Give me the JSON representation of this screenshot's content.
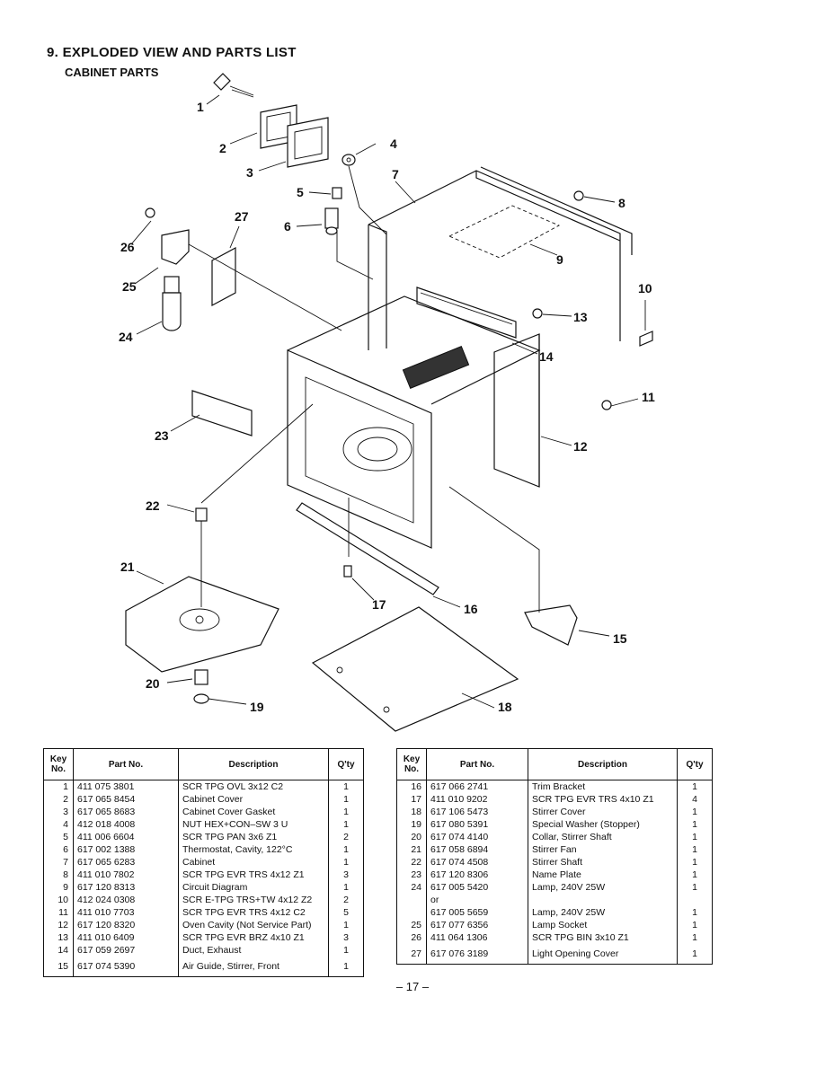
{
  "header": {
    "title": "9. EXPLODED VIEW AND PARTS LIST",
    "subtitle": "CABINET PARTS"
  },
  "diagram": {
    "callouts": [
      "1",
      "2",
      "3",
      "4",
      "5",
      "6",
      "7",
      "8",
      "9",
      "10",
      "11",
      "12",
      "13",
      "14",
      "15",
      "16",
      "17",
      "18",
      "19",
      "20",
      "21",
      "22",
      "23",
      "24",
      "25",
      "26",
      "27"
    ]
  },
  "table_headers": {
    "key_no": "Key No.",
    "part_no": "Part No.",
    "description": "Description",
    "qty": "Q'ty"
  },
  "parts_left": [
    {
      "key": "1",
      "part": "411 075 3801",
      "desc": "SCR TPG OVL 3x12 C2",
      "qty": "1"
    },
    {
      "key": "2",
      "part": "617 065 8454",
      "desc": "Cabinet Cover",
      "qty": "1"
    },
    {
      "key": "3",
      "part": "617 065 8683",
      "desc": "Cabinet Cover Gasket",
      "qty": "1"
    },
    {
      "key": "4",
      "part": "412 018 4008",
      "desc": "NUT HEX+CON–SW 3 U",
      "qty": "1"
    },
    {
      "key": "5",
      "part": "411 006 6604",
      "desc": "SCR TPG PAN 3x6 Z1",
      "qty": "2"
    },
    {
      "key": "6",
      "part": "617 002 1388",
      "desc": "Thermostat, Cavity, 122°C",
      "qty": "1"
    },
    {
      "key": "7",
      "part": "617 065 6283",
      "desc": "Cabinet",
      "qty": "1"
    },
    {
      "key": "8",
      "part": "411 010 7802",
      "desc": "SCR TPG EVR TRS 4x12 Z1",
      "qty": "3"
    },
    {
      "key": "9",
      "part": "617 120 8313",
      "desc": "Circuit Diagram",
      "qty": "1"
    },
    {
      "key": "10",
      "part": "412 024 0308",
      "desc": "SCR E-TPG TRS+TW 4x12 Z2",
      "qty": "2"
    },
    {
      "key": "11",
      "part": "411 010 7703",
      "desc": "SCR TPG EVR TRS 4x12 C2",
      "qty": "5"
    },
    {
      "key": "12",
      "part": "617 120 8320",
      "desc": "Oven Cavity (Not Service Part)",
      "qty": "1"
    },
    {
      "key": "13",
      "part": "411 010 6409",
      "desc": "SCR TPG EVR BRZ 4x10 Z1",
      "qty": "3"
    },
    {
      "key": "14",
      "part": "617 059 2697",
      "desc": "Duct, Exhaust",
      "qty": "1"
    },
    {
      "key": "15",
      "part": "617 074 5390",
      "desc": "Air Guide, Stirrer, Front",
      "qty": "1"
    }
  ],
  "parts_right": [
    {
      "key": "16",
      "part": "617 066 2741",
      "desc": "Trim Bracket",
      "qty": "1"
    },
    {
      "key": "17",
      "part": "411 010 9202",
      "desc": "SCR TPG EVR TRS 4x10 Z1",
      "qty": "4"
    },
    {
      "key": "18",
      "part": "617 106 5473",
      "desc": "Stirrer Cover",
      "qty": "1"
    },
    {
      "key": "19",
      "part": "617 080 5391",
      "desc": "Special Washer (Stopper)",
      "qty": "1"
    },
    {
      "key": "20",
      "part": "617 074 4140",
      "desc": "Collar, Stirrer Shaft",
      "qty": "1"
    },
    {
      "key": "21",
      "part": "617 058 6894",
      "desc": "Stirrer Fan",
      "qty": "1"
    },
    {
      "key": "22",
      "part": "617 074 4508",
      "desc": "Stirrer Shaft",
      "qty": "1"
    },
    {
      "key": "23",
      "part": "617 120 8306",
      "desc": "Name Plate",
      "qty": "1"
    },
    {
      "key": "24",
      "part": "617 005 5420",
      "desc": "Lamp, 240V 25W",
      "qty": "1"
    },
    {
      "key": "",
      "part": "or",
      "desc": "",
      "qty": ""
    },
    {
      "key": "",
      "part": "617 005 5659",
      "desc": "Lamp, 240V 25W",
      "qty": "1"
    },
    {
      "key": "25",
      "part": "617 077 6356",
      "desc": "Lamp Socket",
      "qty": "1"
    },
    {
      "key": "26",
      "part": "411 064 1306",
      "desc": "SCR TPG BIN 3x10 Z1",
      "qty": "1"
    },
    {
      "key": "27",
      "part": "617 076 3189",
      "desc": "Light Opening Cover",
      "qty": "1"
    }
  ],
  "footer": {
    "page_number": "– 17 –"
  }
}
